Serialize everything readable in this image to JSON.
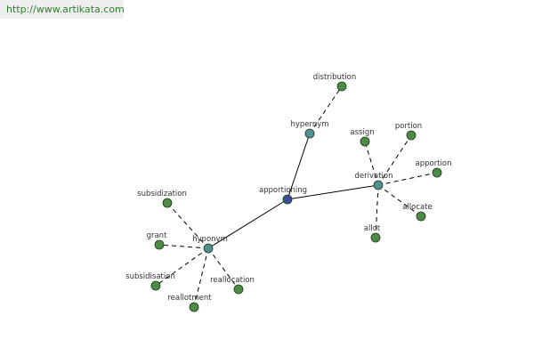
{
  "header": {
    "url": "http://www.artikata.com"
  },
  "colors": {
    "center": "#3a4f9a",
    "relation": "#4f8f8f",
    "leaf": "#4d8a45"
  },
  "graph": {
    "center": "apportioning",
    "relations": [
      {
        "id": "hypernym",
        "label": "hypernym",
        "leaves": [
          "distribution"
        ]
      },
      {
        "id": "derivation",
        "label": "derivation",
        "leaves": [
          "assign",
          "portion",
          "apportion",
          "allocate",
          "allot"
        ]
      },
      {
        "id": "hyponym",
        "label": "hyponym",
        "leaves": [
          "subsidization",
          "grant",
          "subsidisation",
          "reallotment",
          "reallocation"
        ]
      }
    ]
  }
}
